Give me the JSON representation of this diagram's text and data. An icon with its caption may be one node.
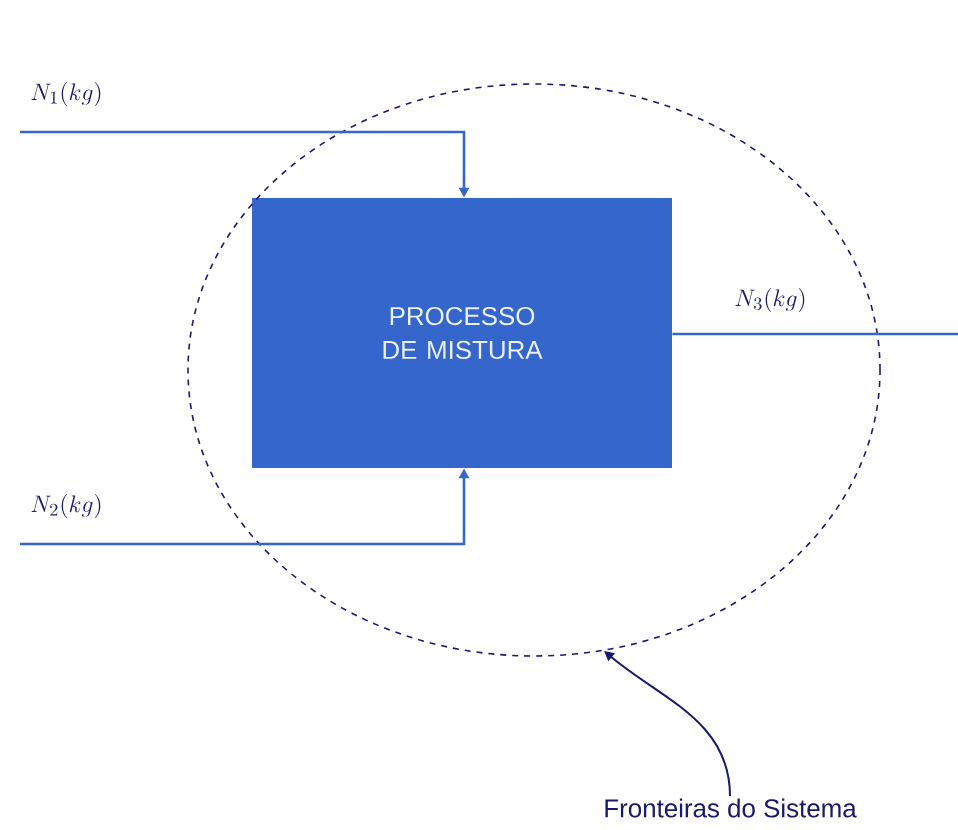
{
  "diagram": {
    "nodes": [
      {
        "text": [
          "PROCESSO DE MISTURA"
        ],
        "in": 1
      },
      {
        "text": [],
        "shape": "circle"
      },
      {
        "text": [
          "Fronteiras do Sistema"
        ]
      }
    ],
    "edges": [
      {
        "from": null,
        "to": 0,
        "arrow": "to",
        "label": "N_1(kg)"
      },
      {
        "from": null,
        "to": 0,
        "arrow": "to",
        "label": "N_2(kg)"
      },
      {
        "from": 0,
        "to": null,
        "arrow": "none",
        "label": "N_3(kg)"
      },
      {
        "from": 2,
        "to": 1,
        "arrow": "to",
        "color": "#1a1a6b"
      }
    ]
  }
}
